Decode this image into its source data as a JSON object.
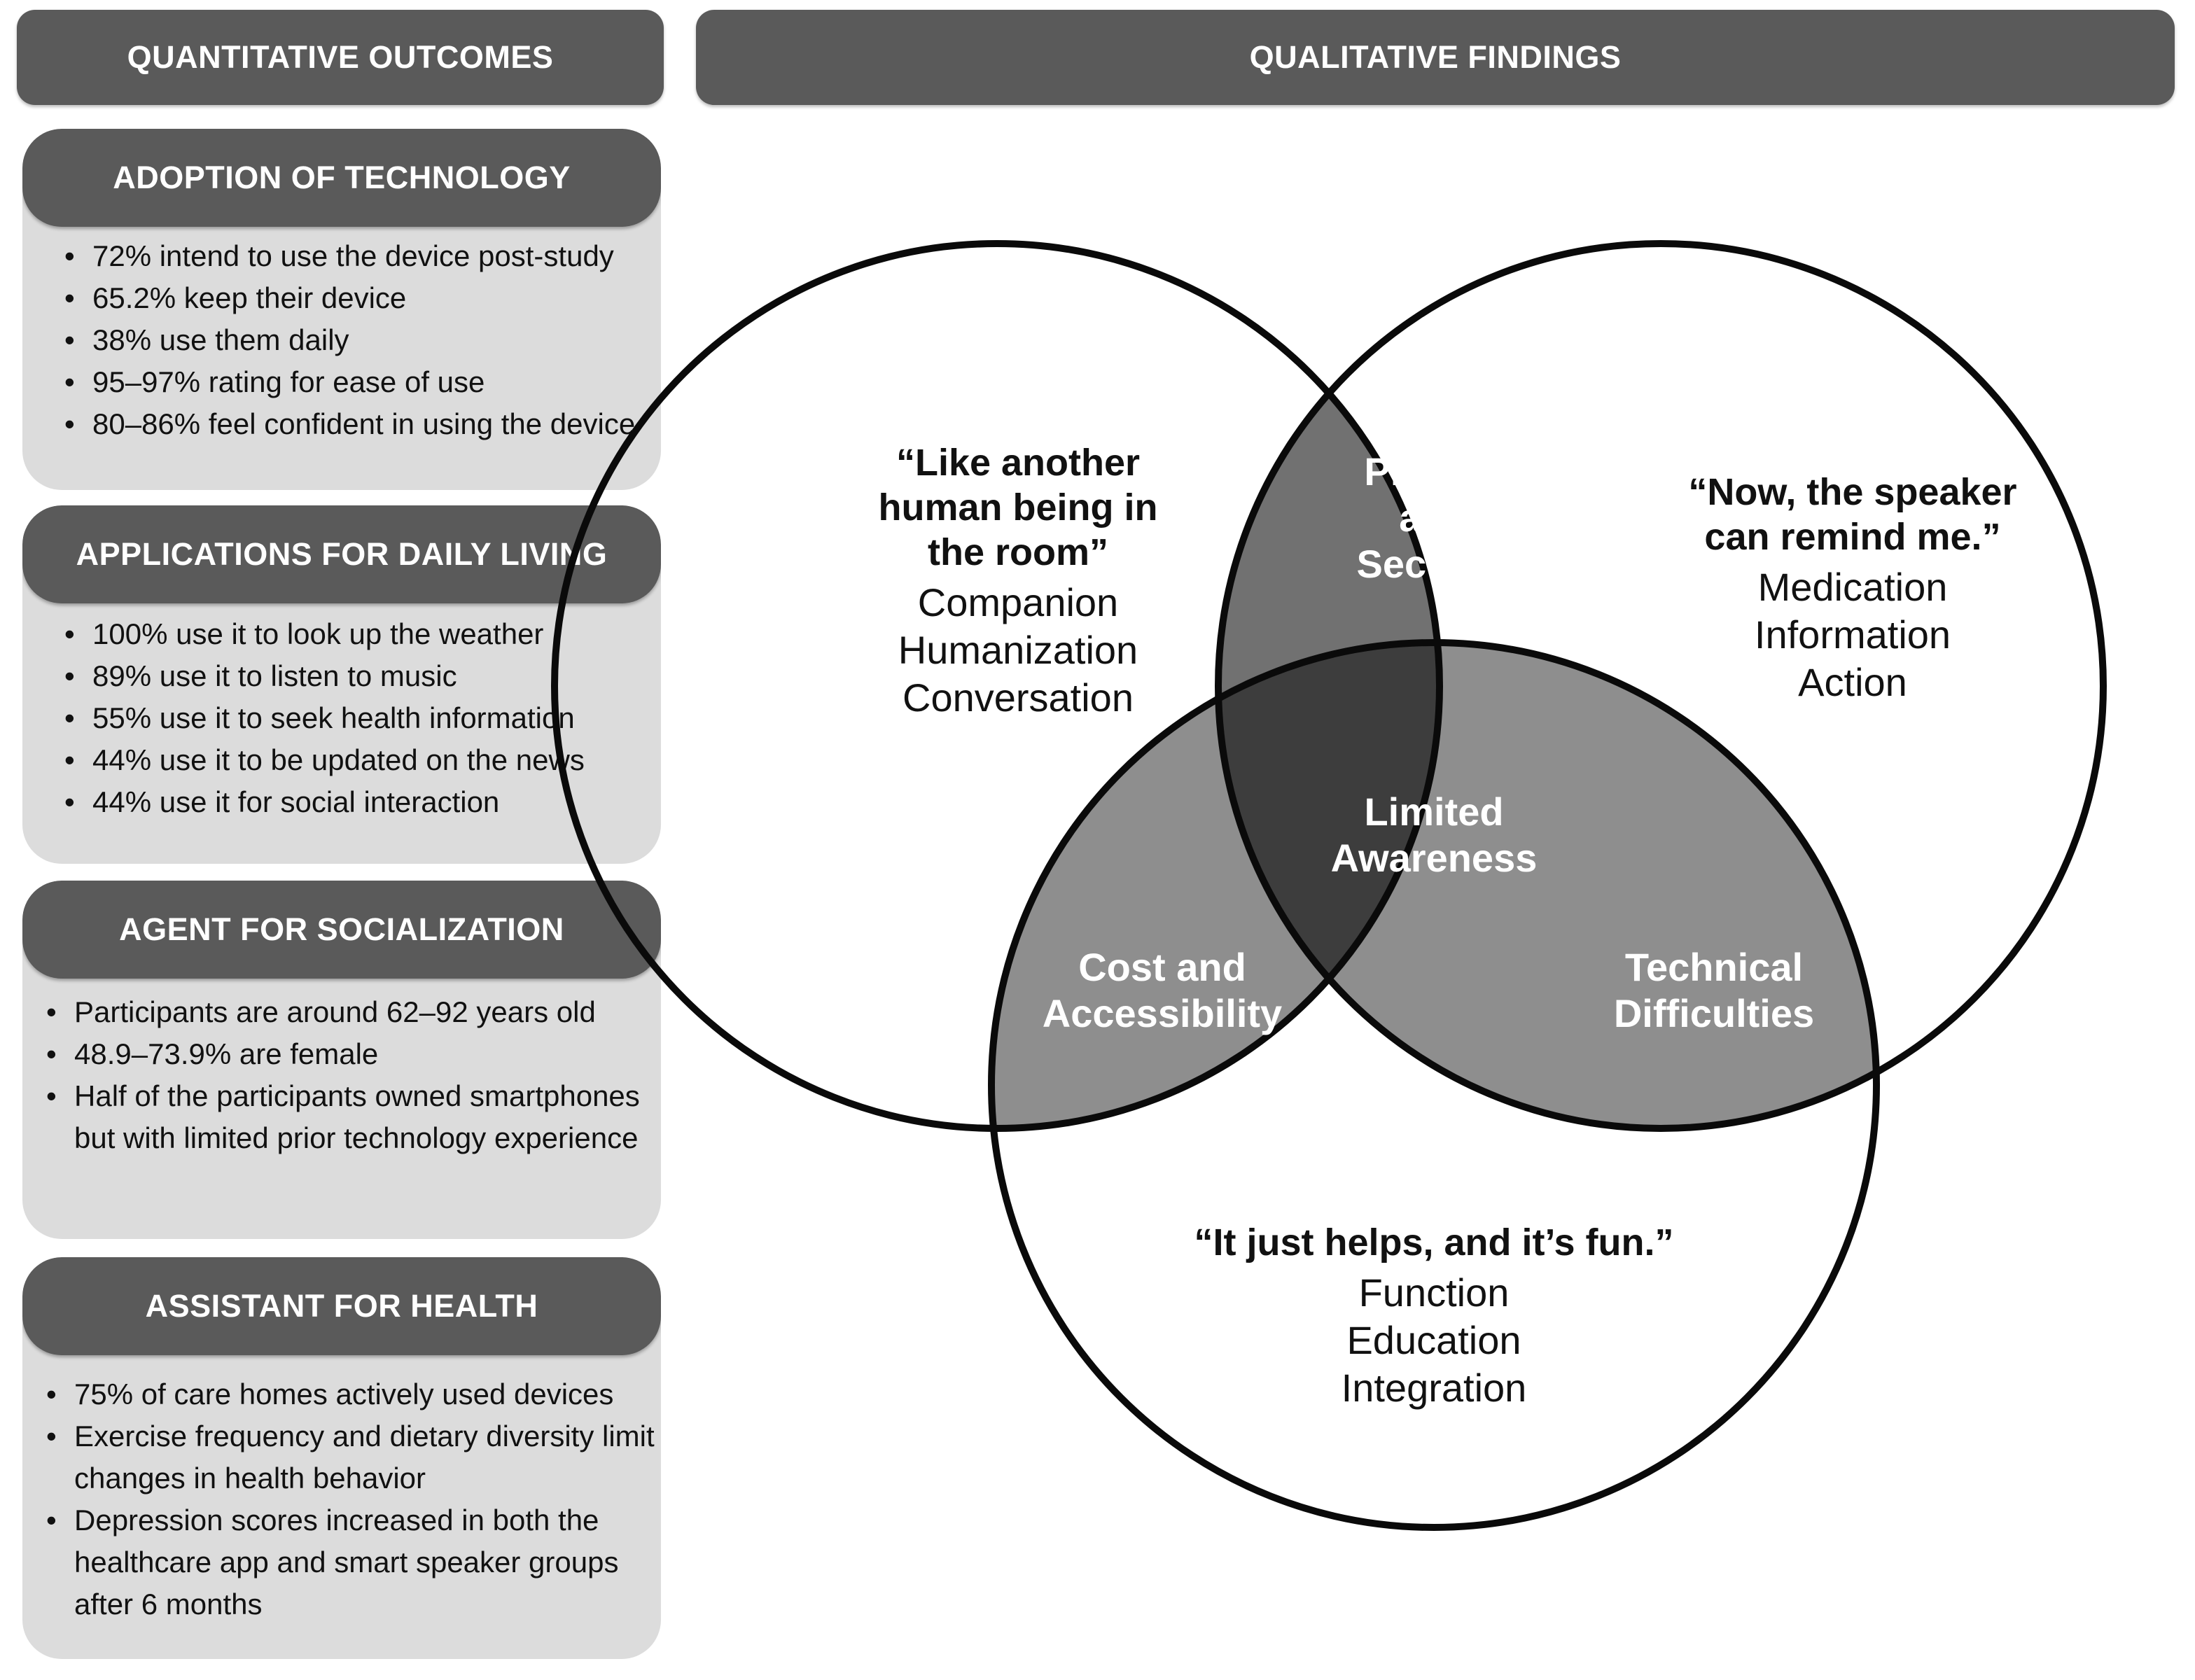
{
  "quantitative_header": "QUANTITATIVE OUTCOMES",
  "qualitative_header": "QUALITATIVE FINDINGS",
  "panels": [
    {
      "title": "ADOPTION OF TECHNOLOGY",
      "items": [
        "72% intend to use the device post-study",
        "65.2% keep their device",
        "38% use them daily",
        "95–97% rating for ease of use",
        "80–86% feel confident in using the device"
      ]
    },
    {
      "title": "APPLICATIONS FOR DAILY LIVING",
      "items": [
        "100% use it to look up the weather",
        "89% use it to listen to music",
        "55% use it to seek health information",
        "44% use it to be updated on the news",
        "44% use it for social interaction"
      ]
    },
    {
      "title": "AGENT FOR SOCIALIZATION",
      "items": [
        "Participants are around 62–92 years old",
        "48.9–73.9% are female",
        "Half of the participants owned smartphones but with limited prior technology experience"
      ]
    },
    {
      "title": "ASSISTANT FOR HEALTH",
      "items": [
        "75% of care homes actively used devices",
        "Exercise frequency and dietary diversity limit changes in health behavior",
        "Depression scores increased in both the healthcare app and smart speaker groups after 6 months"
      ]
    }
  ],
  "venn": {
    "left": {
      "quote": "“Like another human being in the room”",
      "terms": [
        "Companion",
        "Humanization",
        "Conversation"
      ]
    },
    "right": {
      "quote": "“Now, the speaker can remind me.”",
      "terms": [
        "Medication",
        "Information",
        "Action"
      ]
    },
    "bottom": {
      "quote": "“It just helps, and it’s fun.”",
      "terms": [
        "Function",
        "Education",
        "Integration"
      ]
    },
    "left_right": "Privacy and Security",
    "left_bottom": "Cost and Accessibility",
    "right_bottom": "Technical Difficulties",
    "center": "Limited Awareness"
  },
  "colors": {
    "header_fill": "#5a5a5a",
    "panel_fill": "#dcdcdc",
    "pair_overlap_top": "#717171",
    "pair_overlap_bottom": "#8e8e8e",
    "center_overlap": "#3d3d3d"
  }
}
